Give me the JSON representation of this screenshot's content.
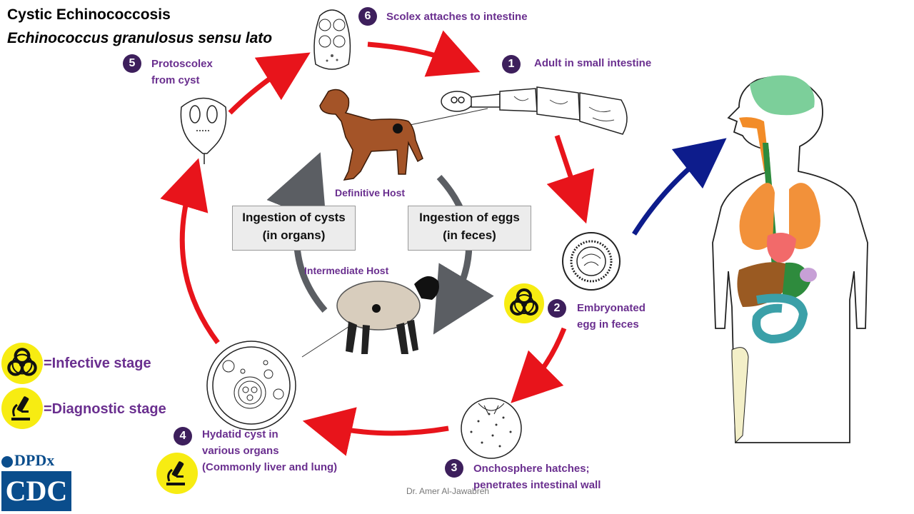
{
  "title": {
    "line1": "Cystic Echinococcosis",
    "line2": "Echinococcus granulosus sensu lato"
  },
  "stages": [
    {
      "number": "1",
      "lines": [
        "Adult in small intestine"
      ]
    },
    {
      "number": "2",
      "lines": [
        "Embryonated",
        "egg in feces"
      ]
    },
    {
      "number": "3",
      "lines": [
        "Onchosphere hatches;",
        "penetrates intestinal wall"
      ]
    },
    {
      "number": "4",
      "lines": [
        "Hydatid cyst in",
        "various organs",
        "(Commonly liver and lung)"
      ]
    },
    {
      "number": "5",
      "lines": [
        "Protoscolex",
        "from cyst"
      ]
    },
    {
      "number": "6",
      "lines": [
        "Scolex attaches to intestine"
      ]
    }
  ],
  "hosts": {
    "definitive": "Definitive Host",
    "intermediate": "Intermediate Host"
  },
  "boxes": {
    "cysts": [
      "Ingestion of cysts",
      "(in organs)"
    ],
    "eggs": [
      "Ingestion of eggs",
      "(in feces)"
    ]
  },
  "legend": {
    "infective": "=Infective stage",
    "diagnostic": "=Diagnostic stage"
  },
  "credit": "Dr. Amer Al-Jawabreh",
  "logo": {
    "dpdx": "DPDx",
    "cdc": "CDC"
  },
  "colors": {
    "cycle_arrow": "#e8141b",
    "human_arrow": "#0d1c8c",
    "host_arrow": "#5b5e63",
    "label_purple": "#6a2f8f",
    "number_badge": "#3d1f5c",
    "badge_yellow": "#f7ec12",
    "cdc_blue": "#0a4d8c"
  },
  "icons": [
    "biohazard-icon",
    "microscope-icon",
    "scolex-icon",
    "adult-worm-icon",
    "egg-icon",
    "onchosphere-icon",
    "hydatid-cyst-icon",
    "protoscolex-icon",
    "dog-icon",
    "sheep-icon",
    "human-body-icon"
  ]
}
